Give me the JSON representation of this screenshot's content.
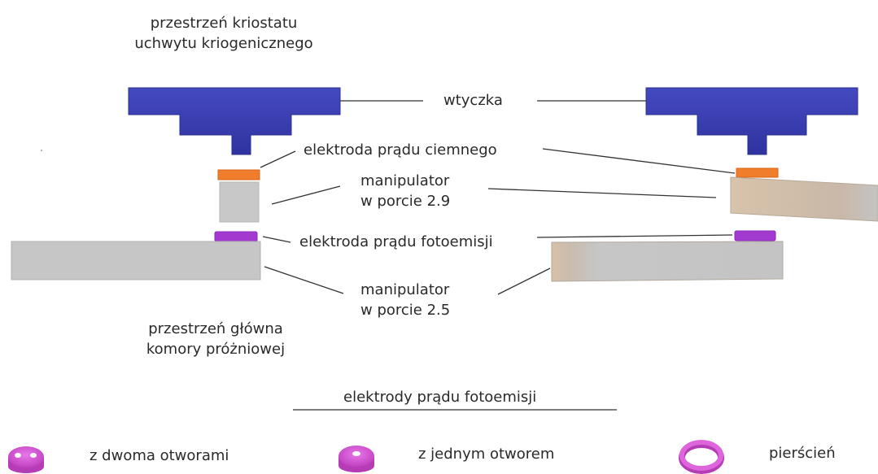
{
  "labels": {
    "cryostat_space": [
      "przestrzeń kriostatu",
      "uchwytu kriogenicznego"
    ],
    "plug": "wtyczka",
    "dark_current_electrode": "elektroda prądu ciemnego",
    "manipulator_29": [
      "manipulator",
      "w porcie 2.9"
    ],
    "photoemission_electrode": "elektroda prądu fotoemisji",
    "manipulator_25": [
      "manipulator",
      "w porcie 2.5"
    ],
    "main_space": [
      "przestrzeń główna",
      "komory próżniowej"
    ]
  },
  "legend": {
    "title": "elektrody prądu fotoemisji",
    "items": [
      {
        "label": "z dwoma otworami",
        "icon": "disc-two-holes-icon"
      },
      {
        "label": "z jednym otworem",
        "icon": "disc-one-hole-icon"
      },
      {
        "label": "pierścień",
        "icon": "ring-icon"
      }
    ]
  },
  "colors": {
    "plug": "#3a3fb0",
    "plug_dark": "#2c2f96",
    "dark_electrode": "#f07d2b",
    "photo_electrode": "#a23ad0",
    "manipulator": "#c8c8c8",
    "manipulator_tan": "#c8b29c",
    "leader_line": "#333333",
    "legend_pink": "#dd55dd"
  }
}
